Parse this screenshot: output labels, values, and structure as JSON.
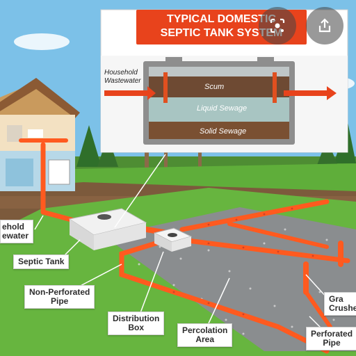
{
  "inset": {
    "title_line1": "TYPICAL DOMESTIC",
    "title_line2": "SEPTIC TANK SYSTEM",
    "inflow_label_line1": "Household",
    "inflow_label_line2": "Wastewater",
    "layer_top": "Scum",
    "layer_middle": "Liquid Sewage",
    "layer_bottom": "Solid Sewage"
  },
  "labels": {
    "household_line1": "ehold",
    "household_line2": "ewater",
    "septic_tank": "Septic Tank",
    "non_perforated_line1": "Non-Perforated",
    "non_perforated_line2": "Pipe",
    "distribution_line1": "Distribution",
    "distribution_line2": "Box",
    "percolation_line1": "Percolation",
    "percolation_line2": "Area",
    "gravel_line1": "Gra",
    "gravel_line2": "Crushe",
    "perforated_line1": "Perforated",
    "perforated_line2": "Pipe"
  },
  "controls": {
    "lens_icon": "lens-icon",
    "share_icon": "share-icon"
  },
  "colors": {
    "pipe": "#ff5a1f",
    "title_banner": "#e8431c",
    "grass": "#5fae3a",
    "sky": "#7cc1e8"
  }
}
